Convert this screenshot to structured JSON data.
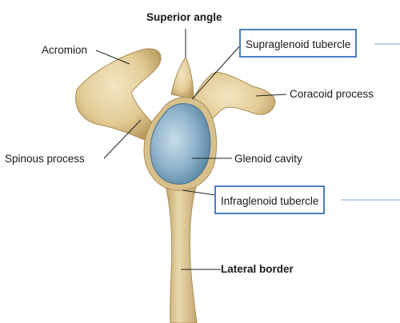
{
  "labels": {
    "superior_angle": "Superior angle",
    "acromion": "Acromion",
    "supraglenoid_tubercle": "Supraglenoid tubercle",
    "coracoid_process": "Coracoid process",
    "spinous_process": "Spinous process",
    "glenoid_cavity": "Glenoid cavity",
    "infraglenoid_tubercle": "Infraglenoid tubercle",
    "lateral_border": "Lateral border"
  },
  "colors": {
    "bone": "#e6d3a3",
    "bone_shadow": "#b89c63",
    "cavity": "#9fc0d6",
    "highlight_box": "#4a7fc1"
  }
}
